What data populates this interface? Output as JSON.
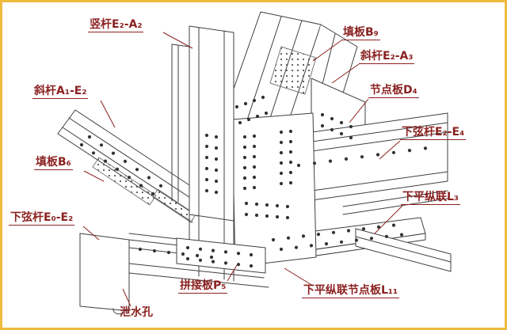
{
  "figure": {
    "kind": "isometric structural steel truss joint drawing",
    "language": "zh-CN"
  },
  "colors": {
    "label_color": "#8b2121",
    "leader_line_color": "#8b2121",
    "drawing_line_color": "#3f3f3f",
    "frame_color": "#eebb3e",
    "background": "#ffffff"
  },
  "labels": [
    {
      "id": "vertical-member",
      "text": "竖杆E₂-A₂"
    },
    {
      "id": "filler-plate-b9",
      "text": "填板B₉"
    },
    {
      "id": "diagonal-member-e2-a3",
      "text": "斜杆E₂-A₃"
    },
    {
      "id": "gusset-plate-d4",
      "text": "节点板D₄"
    },
    {
      "id": "lower-chord-e2-e4",
      "text": "下弦杆E₂-E₄"
    },
    {
      "id": "lower-lateral-bracing-l3",
      "text": "下平纵联L₃"
    },
    {
      "id": "diagonal-member-a1-e2",
      "text": "斜杆A₁-E₂"
    },
    {
      "id": "filler-plate-b6",
      "text": "填板B₆"
    },
    {
      "id": "lower-chord-e0-e2",
      "text": "下弦杆E₀-E₂"
    },
    {
      "id": "drain-hole",
      "text": "泄水孔"
    },
    {
      "id": "splice-plate-p5",
      "text": "拼接板P₅"
    },
    {
      "id": "lower-lateral-gusset-l11",
      "text": "下平纵联节点板L₁₁"
    }
  ]
}
